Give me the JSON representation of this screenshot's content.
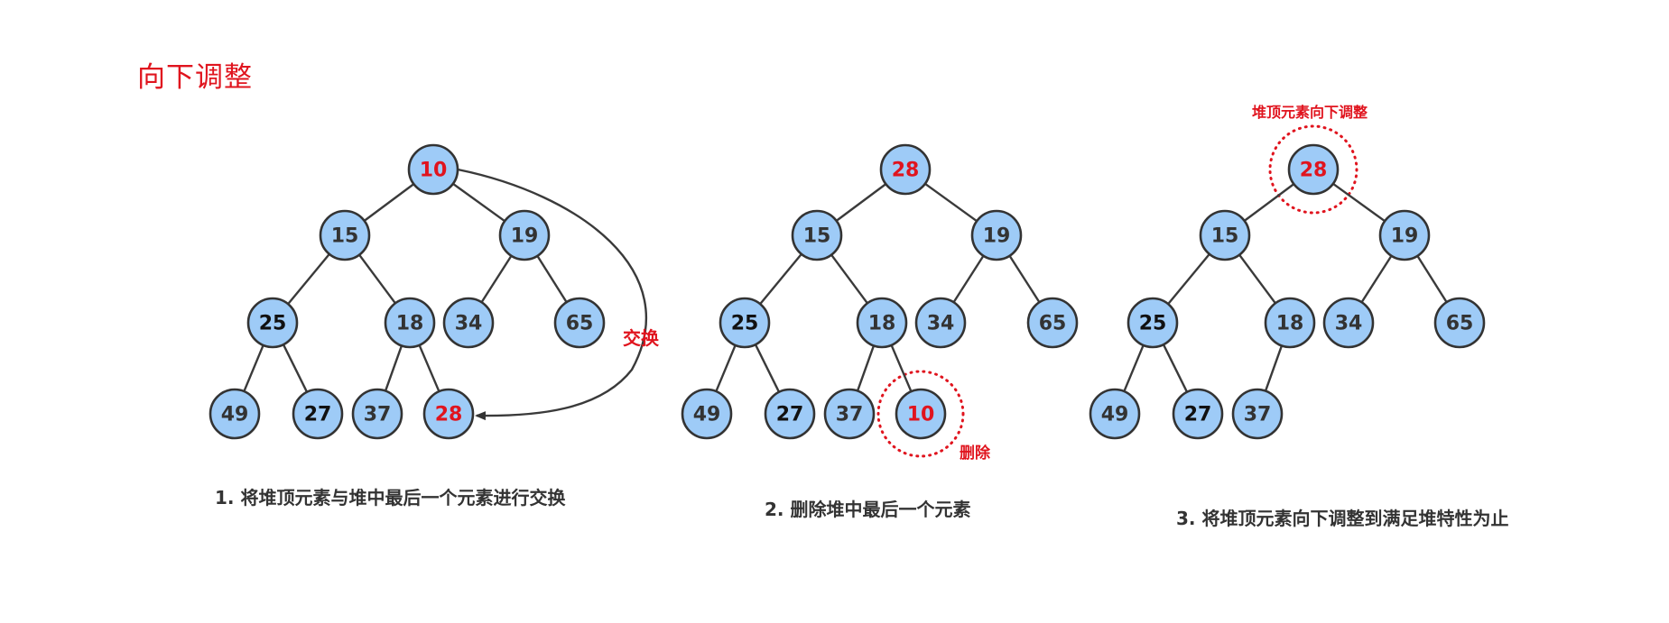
{
  "title": "向下调整",
  "colors": {
    "accent": "#e0141e",
    "node_fill": "#9ecbf7",
    "node_stroke": "#333333",
    "text_dark": "#333333",
    "text_black": "#111111"
  },
  "panels": [
    {
      "id": "p1",
      "caption": "1. 将堆顶元素与堆中最后一个元素进行交换",
      "nodes": [
        {
          "id": "a",
          "label": "10",
          "style": "red"
        },
        {
          "id": "b",
          "label": "15",
          "style": "dark"
        },
        {
          "id": "c",
          "label": "19",
          "style": "dark"
        },
        {
          "id": "d",
          "label": "25",
          "style": "black"
        },
        {
          "id": "e",
          "label": "18",
          "style": "dark"
        },
        {
          "id": "f",
          "label": "34",
          "style": "dark"
        },
        {
          "id": "g",
          "label": "65",
          "style": "dark"
        },
        {
          "id": "h",
          "label": "49",
          "style": "dark"
        },
        {
          "id": "i",
          "label": "27",
          "style": "black"
        },
        {
          "id": "j",
          "label": "37",
          "style": "dark"
        },
        {
          "id": "k",
          "label": "28",
          "style": "red"
        }
      ],
      "edges": [
        [
          "a",
          "b"
        ],
        [
          "a",
          "c"
        ],
        [
          "b",
          "d"
        ],
        [
          "b",
          "e"
        ],
        [
          "c",
          "f"
        ],
        [
          "c",
          "g"
        ],
        [
          "d",
          "h"
        ],
        [
          "d",
          "i"
        ],
        [
          "e",
          "j"
        ],
        [
          "e",
          "k"
        ]
      ],
      "swap_label": "交换"
    },
    {
      "id": "p2",
      "caption": "2. 删除堆中最后一个元素",
      "nodes": [
        {
          "id": "a",
          "label": "28",
          "style": "red"
        },
        {
          "id": "b",
          "label": "15",
          "style": "dark"
        },
        {
          "id": "c",
          "label": "19",
          "style": "dark"
        },
        {
          "id": "d",
          "label": "25",
          "style": "black"
        },
        {
          "id": "e",
          "label": "18",
          "style": "dark"
        },
        {
          "id": "f",
          "label": "34",
          "style": "dark"
        },
        {
          "id": "g",
          "label": "65",
          "style": "dark"
        },
        {
          "id": "h",
          "label": "49",
          "style": "dark"
        },
        {
          "id": "i",
          "label": "27",
          "style": "black"
        },
        {
          "id": "j",
          "label": "37",
          "style": "dark"
        },
        {
          "id": "k",
          "label": "10",
          "style": "red"
        }
      ],
      "edges": [
        [
          "a",
          "b"
        ],
        [
          "a",
          "c"
        ],
        [
          "b",
          "d"
        ],
        [
          "b",
          "e"
        ],
        [
          "c",
          "f"
        ],
        [
          "c",
          "g"
        ],
        [
          "d",
          "h"
        ],
        [
          "d",
          "i"
        ],
        [
          "e",
          "j"
        ],
        [
          "e",
          "k"
        ]
      ],
      "delete_label": "删除"
    },
    {
      "id": "p3",
      "caption": "3. 将堆顶元素向下调整到满足堆特性为止",
      "nodes": [
        {
          "id": "a",
          "label": "28",
          "style": "red"
        },
        {
          "id": "b",
          "label": "15",
          "style": "dark"
        },
        {
          "id": "c",
          "label": "19",
          "style": "dark"
        },
        {
          "id": "d",
          "label": "25",
          "style": "black"
        },
        {
          "id": "e",
          "label": "18",
          "style": "dark"
        },
        {
          "id": "f",
          "label": "34",
          "style": "dark"
        },
        {
          "id": "g",
          "label": "65",
          "style": "dark"
        },
        {
          "id": "h",
          "label": "49",
          "style": "dark"
        },
        {
          "id": "i",
          "label": "27",
          "style": "black"
        },
        {
          "id": "j",
          "label": "37",
          "style": "dark"
        }
      ],
      "edges": [
        [
          "a",
          "b"
        ],
        [
          "a",
          "c"
        ],
        [
          "b",
          "d"
        ],
        [
          "b",
          "e"
        ],
        [
          "c",
          "f"
        ],
        [
          "c",
          "g"
        ],
        [
          "d",
          "h"
        ],
        [
          "d",
          "i"
        ],
        [
          "e",
          "j"
        ]
      ],
      "top_label": "堆顶元素向下调整"
    }
  ]
}
